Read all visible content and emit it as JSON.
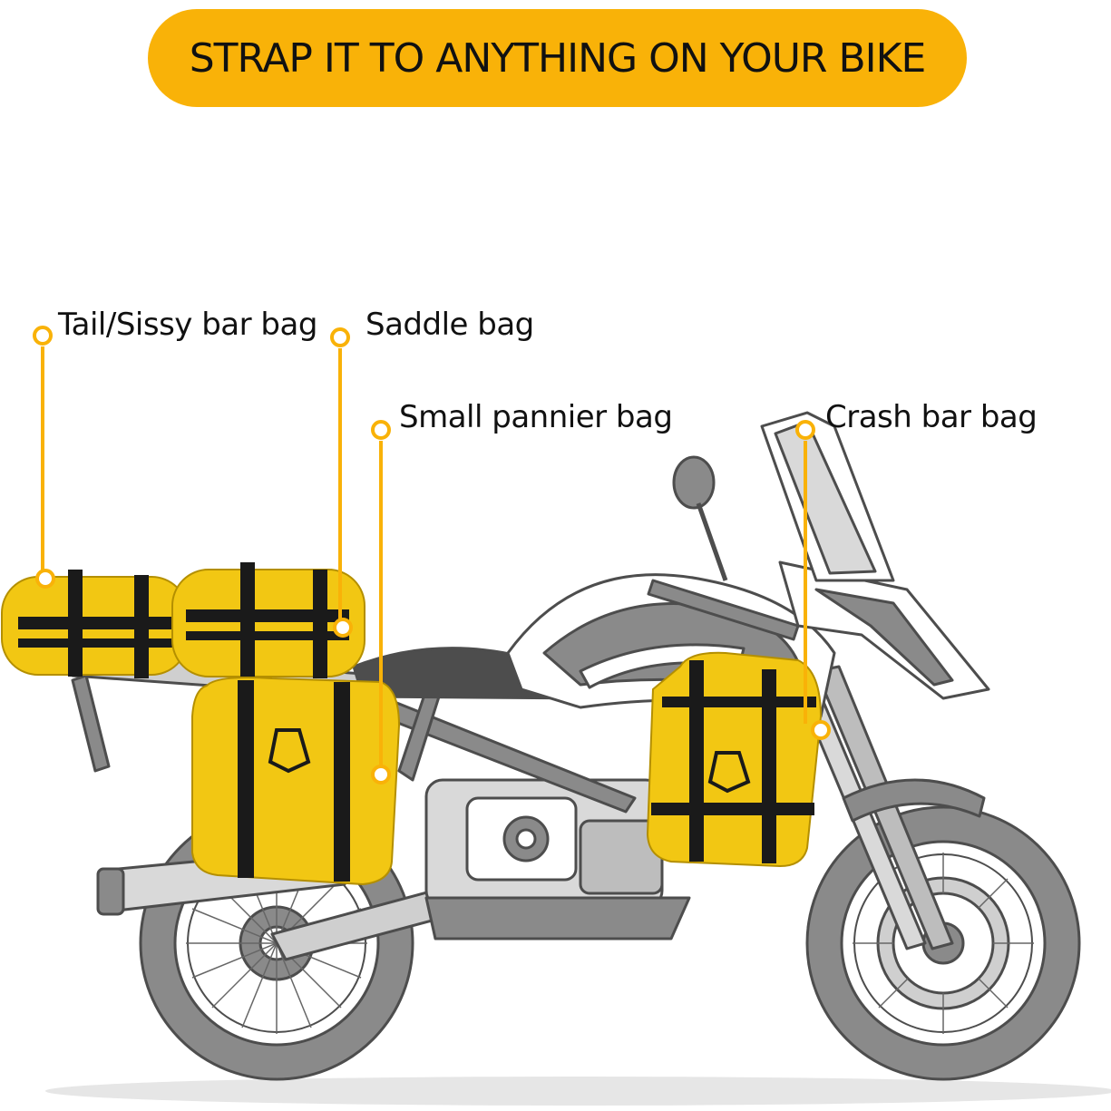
{
  "banner": {
    "text": "STRAP IT TO ANYTHING ON YOUR BIKE"
  },
  "callouts": [
    {
      "label": "Tail/Sissy bar bag"
    },
    {
      "label": "Saddle bag"
    },
    {
      "label": "Small pannier bag"
    },
    {
      "label": "Crash bar bag"
    }
  ],
  "colors": {
    "accent": "#F9B208",
    "bike_gray": "#8a8a8a",
    "bike_dark": "#4d4d4d",
    "bag_yellow": "#F2C713",
    "strap_black": "#1a1a1a",
    "text": "#111111"
  }
}
